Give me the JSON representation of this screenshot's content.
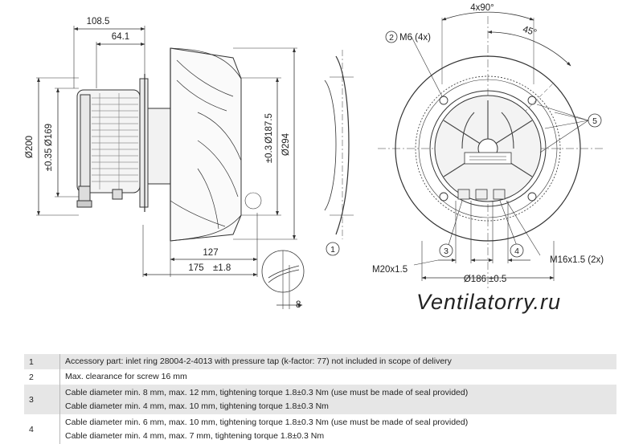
{
  "drawing": {
    "side_view": {
      "dim_108_5": "108.5",
      "dim_64_1": "64.1",
      "dim_d200": "Ø200",
      "dim_d169": "Ø169",
      "dim_d169_tol": "±0.35",
      "dim_d187_5": "Ø187.5",
      "dim_d187_5_tol": "±0.3",
      "dim_d294": "Ø294",
      "dim_127": "127",
      "dim_175": "175",
      "dim_175_tol": "±1.8",
      "dim_8": "8"
    },
    "front_view": {
      "angle_4x90": "4x90°",
      "angle_45": "45°",
      "m6_label": "M6 (4x)",
      "m20_label": "M20x1.5",
      "m16_label": "M16x1.5 (2x)",
      "dim_d186": "Ø186",
      "dim_d186_tol": "±0.5"
    },
    "callouts": [
      "1",
      "2",
      "3",
      "4",
      "5"
    ],
    "watermark": "Ventilatorry.ru"
  },
  "notes": [
    {
      "num": "1",
      "lines": [
        "Accessory part: inlet ring 28004-2-4013 with pressure tap (k-factor: 77) not included in scope of delivery"
      ]
    },
    {
      "num": "2",
      "lines": [
        "Max. clearance for screw 16 mm"
      ]
    },
    {
      "num": "3",
      "lines": [
        "Cable diameter min. 8 mm, max. 12 mm, tightening torque 1.8±0.3 Nm (use must be made of seal provided)",
        "Cable diameter min. 4 mm, max. 10 mm, tightening torque 1.8±0.3 Nm"
      ]
    },
    {
      "num": "4",
      "lines": [
        "Cable diameter min. 6 mm, max. 10 mm, tightening torque 1.8±0.3 Nm (use must be made of seal provided)",
        "Cable diameter min. 4 mm, max. 7 mm, tightening torque 1.8±0.3 Nm"
      ]
    }
  ]
}
